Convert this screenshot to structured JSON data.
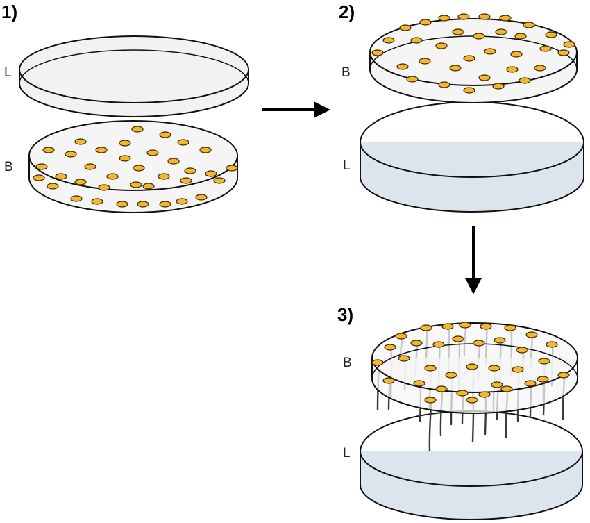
{
  "steps": [
    {
      "number": "1)",
      "top_label": "L",
      "bottom_label": "B"
    },
    {
      "number": "2)",
      "top_label": "B",
      "bottom_label": "L"
    },
    {
      "number": "3)",
      "top_label": "B",
      "bottom_label": "L"
    }
  ],
  "colors": {
    "outline": "#111111",
    "lid_fill": "#f2f2f2",
    "plate_fill": "#f5f5f5",
    "liquid_fill": "#dce4ee",
    "colony_fill": "#f3b62d",
    "colony_edge": "#3a2a00",
    "hypha": "#3a3a3a",
    "arrow": "#000000"
  },
  "icons": [
    "arrow-right-icon",
    "arrow-down-icon",
    "petri-dish-icon",
    "fungal-colony-icon"
  ]
}
